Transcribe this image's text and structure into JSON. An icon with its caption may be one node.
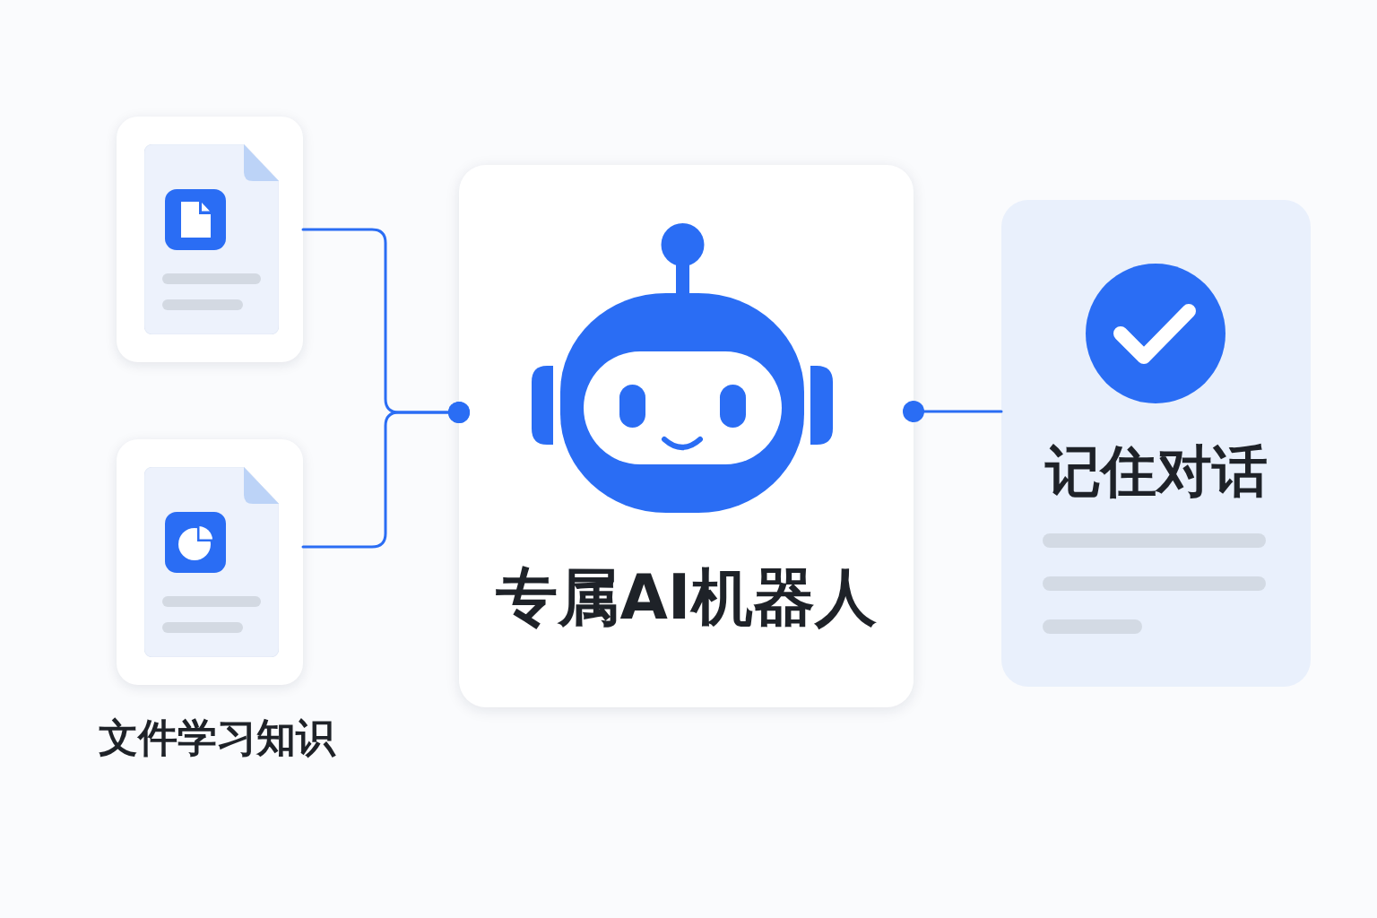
{
  "diagram": {
    "nodes": [
      {
        "text": [],
        "shape": "picture"
      },
      {
        "text": [],
        "shape": "picture",
        "beside": [
          "文件学习知识"
        ]
      },
      {
        "text": [
          "专属AI机器人"
        ]
      },
      {
        "text": [
          "记住对话"
        ]
      }
    ],
    "edges": [
      {
        "from": 0,
        "to": 2,
        "arrow": "other"
      },
      {
        "from": 1,
        "to": 2,
        "arrow": "other"
      },
      {
        "from": 2,
        "to": 3,
        "arrow": "other"
      }
    ]
  }
}
